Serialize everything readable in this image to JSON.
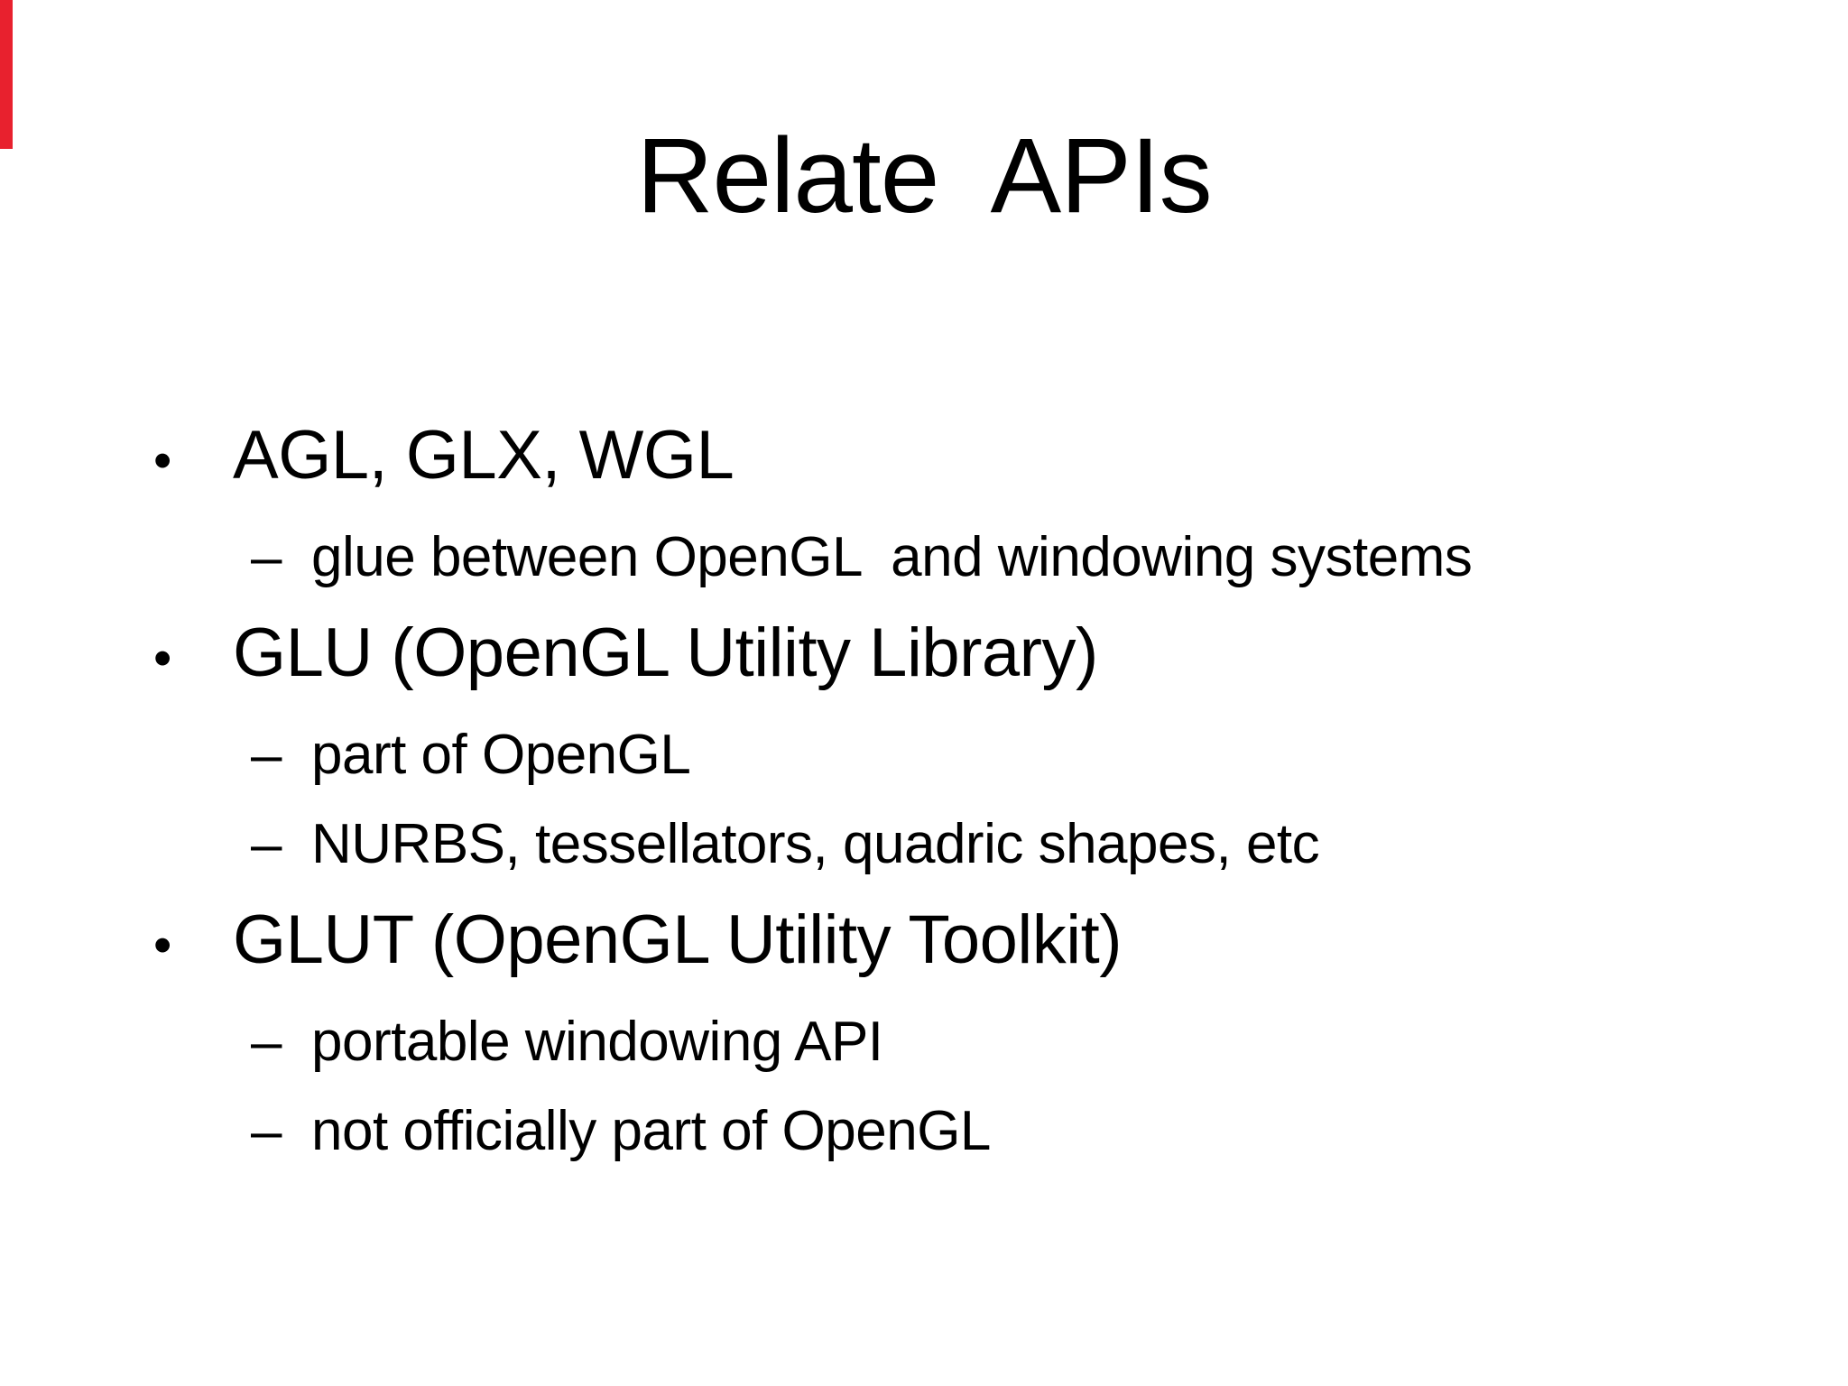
{
  "slide": {
    "title": "Relate  APIs",
    "markers": {
      "level1": "•",
      "level2": "–"
    },
    "bullets": [
      {
        "level": 1,
        "text": "AGL, GLX, WGL"
      },
      {
        "level": 2,
        "text": "glue between OpenGL  and windowing systems"
      },
      {
        "level": 1,
        "text": "GLU (OpenGL Utility Library)"
      },
      {
        "level": 2,
        "text": "part of OpenGL"
      },
      {
        "level": 2,
        "text": "NURBS, tessellators, quadric shapes, etc"
      },
      {
        "level": 1,
        "text": "GLUT (OpenGL Utility Toolkit)"
      },
      {
        "level": 2,
        "text": "portable windowing API"
      },
      {
        "level": 2,
        "text": "not officially part of OpenGL"
      }
    ],
    "colors": {
      "background": "#ffffff",
      "text": "#000000",
      "artifact_red": "#e8212e"
    }
  }
}
